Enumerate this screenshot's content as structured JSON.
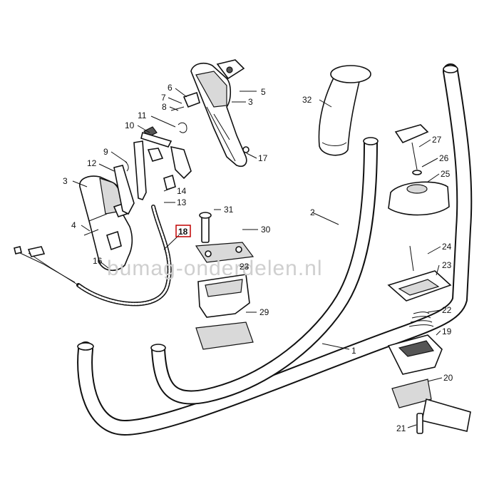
{
  "diagram": {
    "watermark": "bumag-onderdelen.nl",
    "highlight_color": "#c00000",
    "callouts": [
      {
        "id": "c1",
        "text": "1"
      },
      {
        "id": "c2",
        "text": "2"
      },
      {
        "id": "c3a",
        "text": "3"
      },
      {
        "id": "c3b",
        "text": "3"
      },
      {
        "id": "c4",
        "text": "4"
      },
      {
        "id": "c5",
        "text": "5"
      },
      {
        "id": "c6",
        "text": "6"
      },
      {
        "id": "c7",
        "text": "7"
      },
      {
        "id": "c8",
        "text": "8"
      },
      {
        "id": "c9",
        "text": "9"
      },
      {
        "id": "c10",
        "text": "10"
      },
      {
        "id": "c11",
        "text": "11"
      },
      {
        "id": "c12",
        "text": "12"
      },
      {
        "id": "c13",
        "text": "13"
      },
      {
        "id": "c14",
        "text": "14"
      },
      {
        "id": "c16",
        "text": "16"
      },
      {
        "id": "c17",
        "text": "17"
      },
      {
        "id": "c18",
        "text": "18"
      },
      {
        "id": "c19",
        "text": "19"
      },
      {
        "id": "c20",
        "text": "20"
      },
      {
        "id": "c21",
        "text": "21"
      },
      {
        "id": "c22",
        "text": "22"
      },
      {
        "id": "c23a",
        "text": "23"
      },
      {
        "id": "c23b",
        "text": "23"
      },
      {
        "id": "c24",
        "text": "24"
      },
      {
        "id": "c25",
        "text": "25"
      },
      {
        "id": "c26",
        "text": "26"
      },
      {
        "id": "c27",
        "text": "27"
      },
      {
        "id": "c29",
        "text": "29"
      },
      {
        "id": "c30",
        "text": "30"
      },
      {
        "id": "c31",
        "text": "31"
      },
      {
        "id": "c32",
        "text": "32"
      }
    ]
  }
}
